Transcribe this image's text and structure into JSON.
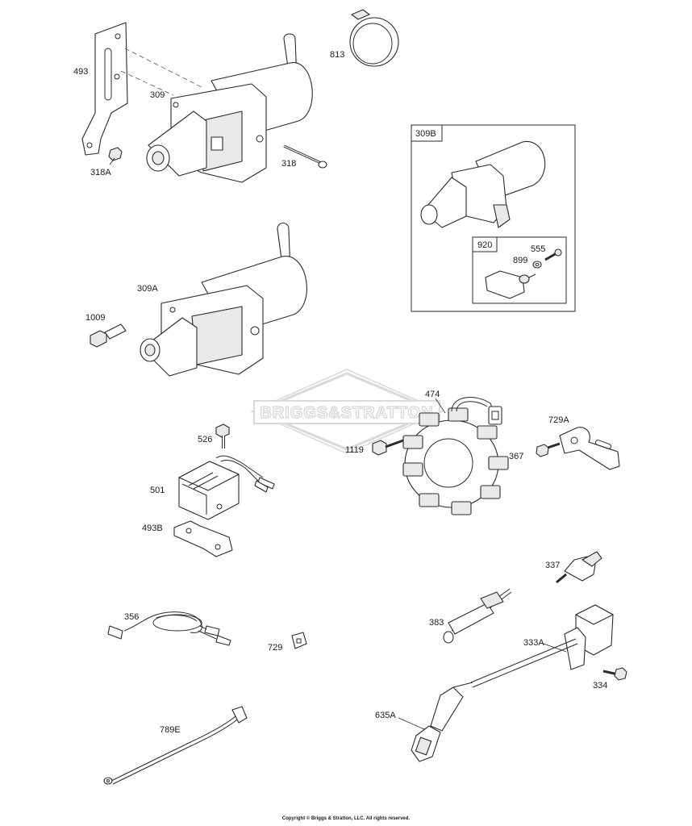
{
  "watermark": "BRIGGS&STRATTON",
  "copyright": "Copyright © Briggs & Stratton, LLC. All rights reserved.",
  "labels": {
    "p493": "493",
    "p309": "309",
    "p813": "813",
    "p318A": "318A",
    "p318": "318",
    "p309B": "309B",
    "p920": "920",
    "p555": "555",
    "p899": "899",
    "p309A": "309A",
    "p1009": "1009",
    "p474": "474",
    "p729A": "729A",
    "p526": "526",
    "p1119": "1119",
    "p367": "367",
    "p501": "501",
    "p493B": "493B",
    "p337": "337",
    "p356": "356",
    "p383": "383",
    "p729": "729",
    "p333A": "333A",
    "p334": "334",
    "p635A": "635A",
    "p789E": "789E"
  }
}
